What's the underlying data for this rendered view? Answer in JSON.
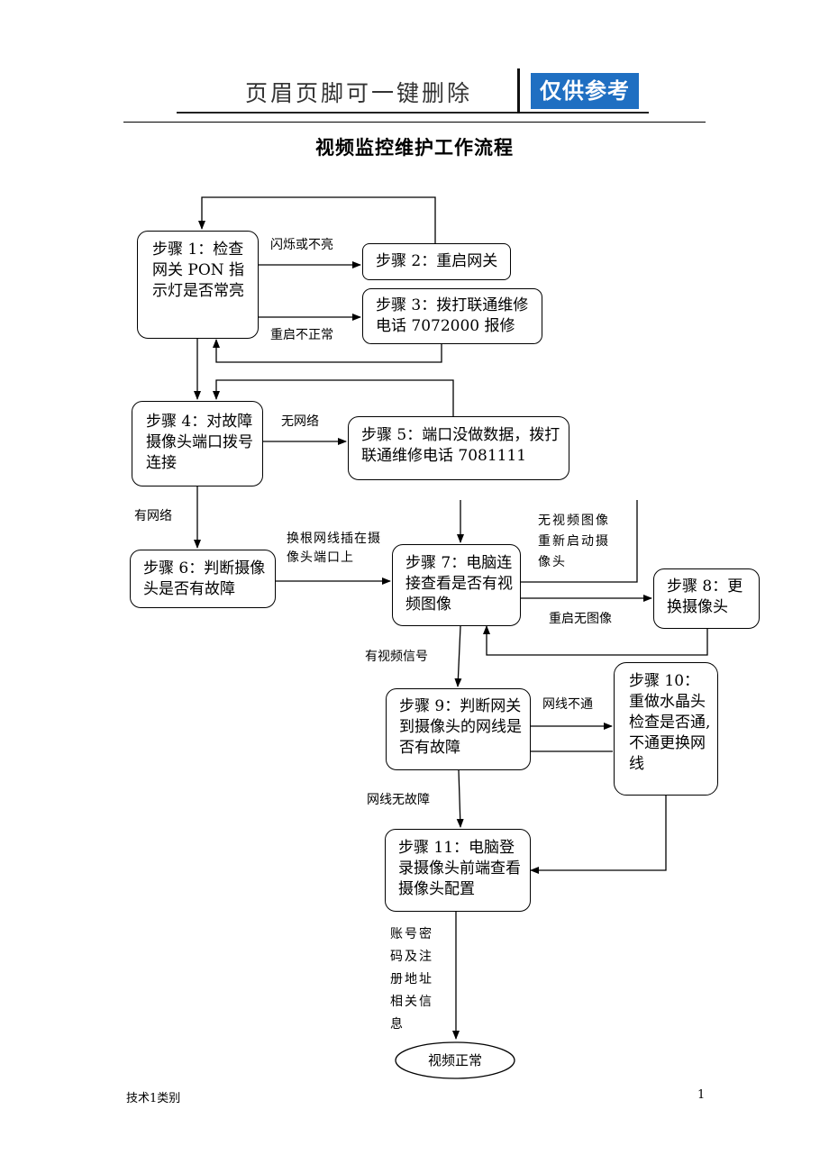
{
  "header": {
    "placeholder_text": "页眉页脚可一键删除",
    "badge": "仅供参考"
  },
  "title": "视频监控维护工作流程",
  "steps": {
    "s1": "步骤 1：检查网关 PON 指示灯是否常亮",
    "s2": "步骤 2：重启网关",
    "s3": "步骤 3：拨打联通维修电话 7072000 报修",
    "s4": "步骤 4：对故障摄像头端口拨号连接",
    "s5": "步骤 5：端口没做数据，拨打联通维修电话 7081111",
    "s6": "步骤 6：判断摄像头是否有故障",
    "s7": "步骤 7：电脑连接查看是否有视频图像",
    "s8": "步骤 8：更换摄像头",
    "s9": "步骤 9：判断网关到摄像头的网线是否有故障",
    "s10": "步骤 10：重做水晶头检查是否通,不通更换网线",
    "s11": "步骤 11：电脑登录摄像头前端查看摄像头配置",
    "end": "视频正常"
  },
  "edge_labels": {
    "flash": "闪烁或不亮",
    "restart_abnormal": "重启不正常",
    "no_network": "无网络",
    "has_network": "有网络",
    "swap_cable": "换根网线插在摄像头端口上",
    "no_video": "无视频图像重新启动摄像头",
    "restart_no_image": "重启无图像",
    "has_video": "有视频信号",
    "cable_fail": "网线不通",
    "cable_ok": "网线无故障",
    "account": "账号密码及注册地址相关信息"
  },
  "footer": {
    "left": "技术1类别",
    "page": "1"
  }
}
